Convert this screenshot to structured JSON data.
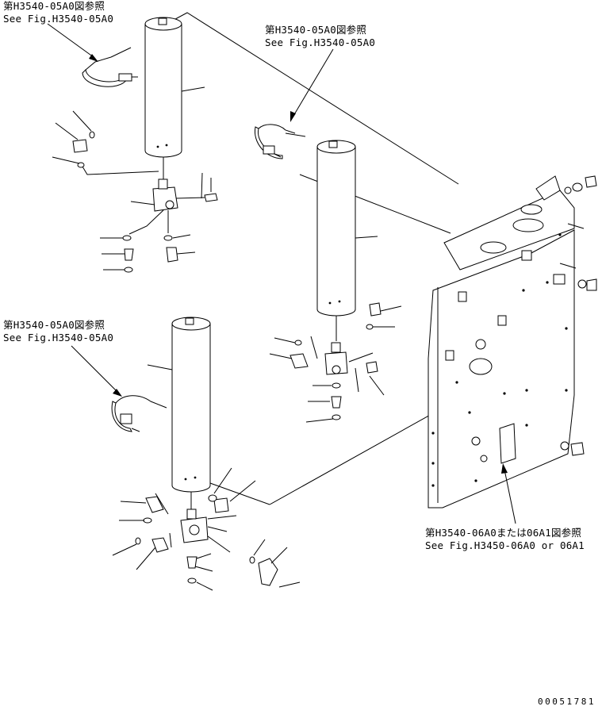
{
  "references": {
    "top_left": {
      "jp": "第H3540-05A0図参照",
      "en": "See Fig.H3540-05A0"
    },
    "top_middle": {
      "jp": "第H3540-05A0図参照",
      "en": "See Fig.H3540-05A0"
    },
    "mid_left": {
      "jp": "第H3540-05A0図参照",
      "en": "See Fig.H3540-05A0"
    },
    "bottom_right": {
      "jp": "第H3540-06A0または06A1図参照",
      "en": "See Fig.H3450-06A0 or 06A1"
    }
  },
  "document_number": "00051781"
}
